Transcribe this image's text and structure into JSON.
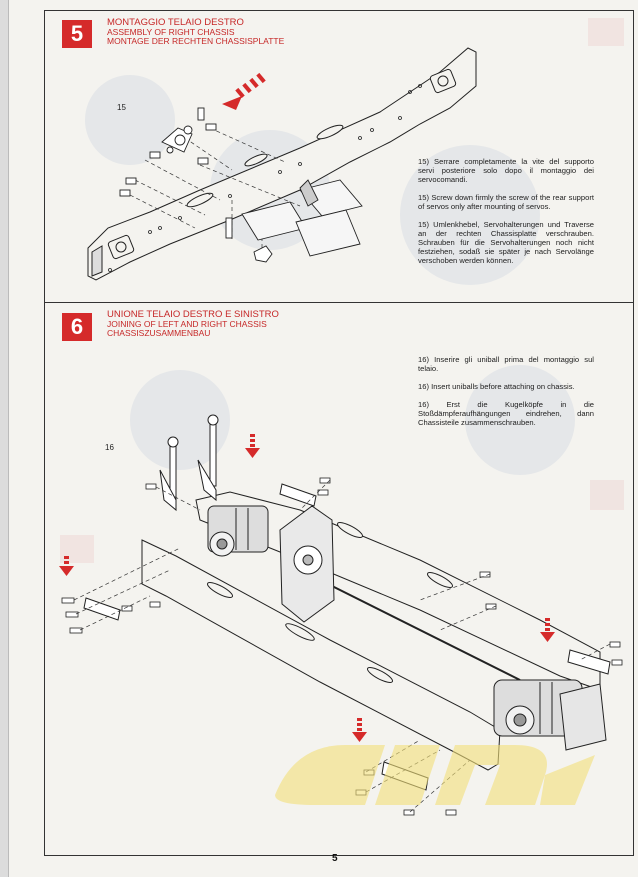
{
  "section5": {
    "number": "5",
    "title_it": "MONTAGGIO TELAIO DESTRO",
    "title_en": "ASSEMBLY OF RIGHT CHASSIS",
    "title_de": "MONTAGE DER RECHTEN CHASSISPLATTE",
    "part_ref": "15",
    "instructions": [
      "15) Serrare completamente la vite del supporto servi posteriore solo dopo il montaggio dei servocomandi.",
      "15) Screw down firmly the screw of the rear support of servos only after mounting of servos.",
      "15) Umlenkhebel, Servohalterungen und Traverse an der rechten Chassisplatte verschrauben. Schrauben für die Servohalterungen noch nicht festziehen, sodaß sie später je nach Servolänge verschoben werden können."
    ]
  },
  "section6": {
    "number": "6",
    "title_it": "UNIONE TELAIO DESTRO E SINISTRO",
    "title_en": "JOINING OF LEFT AND RIGHT CHASSIS",
    "title_de": "CHASSISZUSAMMENBAU",
    "part_ref": "16",
    "instructions": [
      "16) Inserire gli uniball prima del montaggio sul telaio.",
      "16) Insert uniballs before attaching on chassis.",
      "16) Erst die Kugelköpfe in die Stoßdämpferaufhängungen eindrehen, dann Chassisteile zusammenschrauben."
    ]
  },
  "page_number": "5",
  "colors": {
    "accent": "#d52a2a",
    "watermark": "#f3e07a"
  }
}
